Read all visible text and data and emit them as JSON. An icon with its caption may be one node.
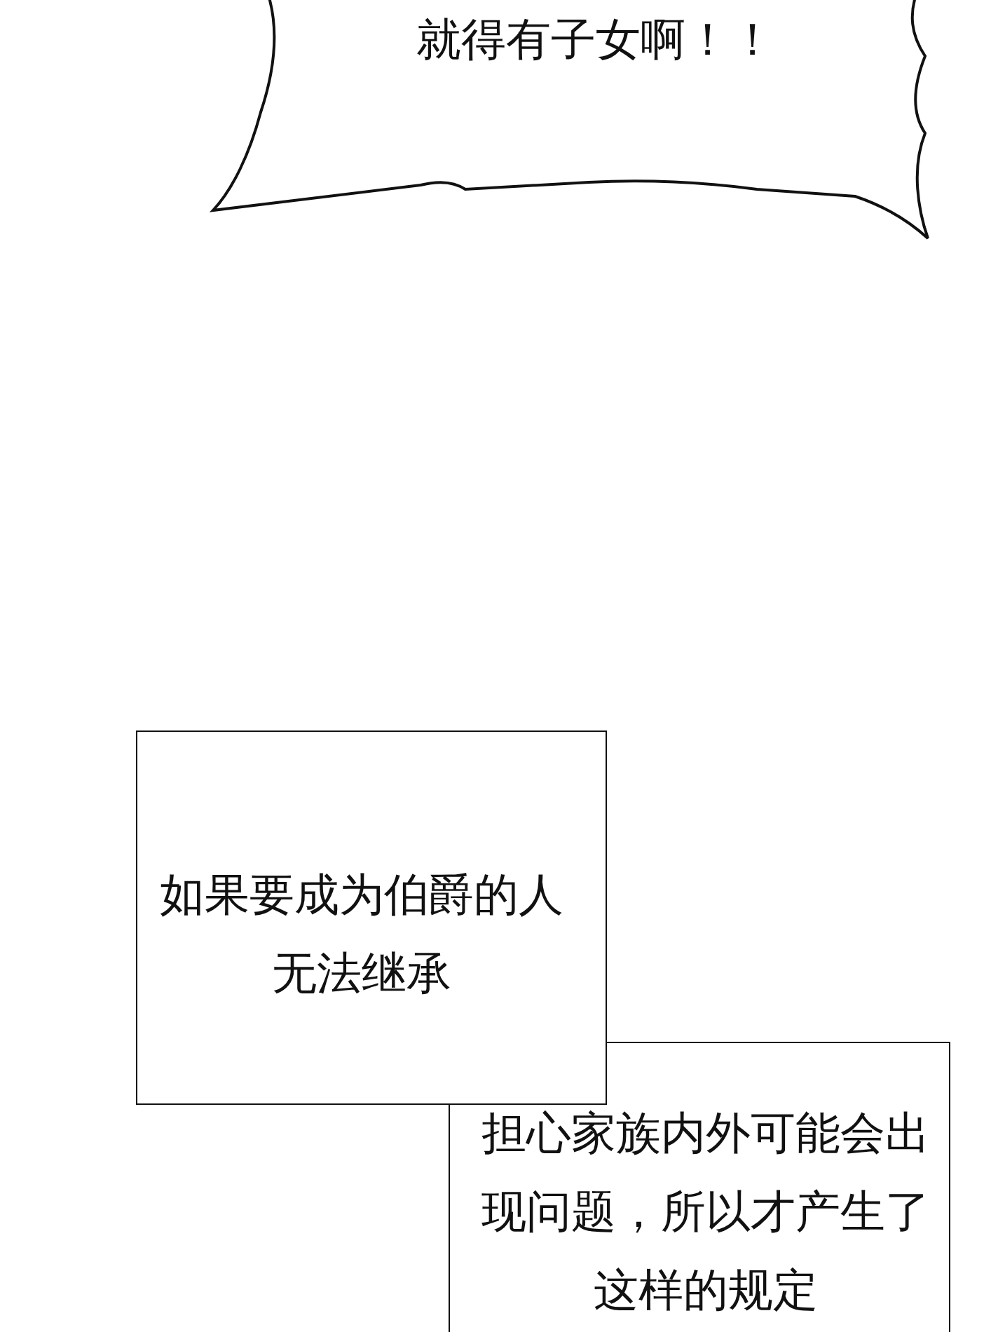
{
  "diagram": {
    "nodes": [
      {
        "text": [
          "就得有子女啊！！"
        ]
      },
      {
        "text": [
          "如果要成为伯爵的人无法继承"
        ]
      },
      {
        "text": [
          "担心家族内外可能会出现问题，所以才产生了这样的规定"
        ]
      }
    ]
  }
}
